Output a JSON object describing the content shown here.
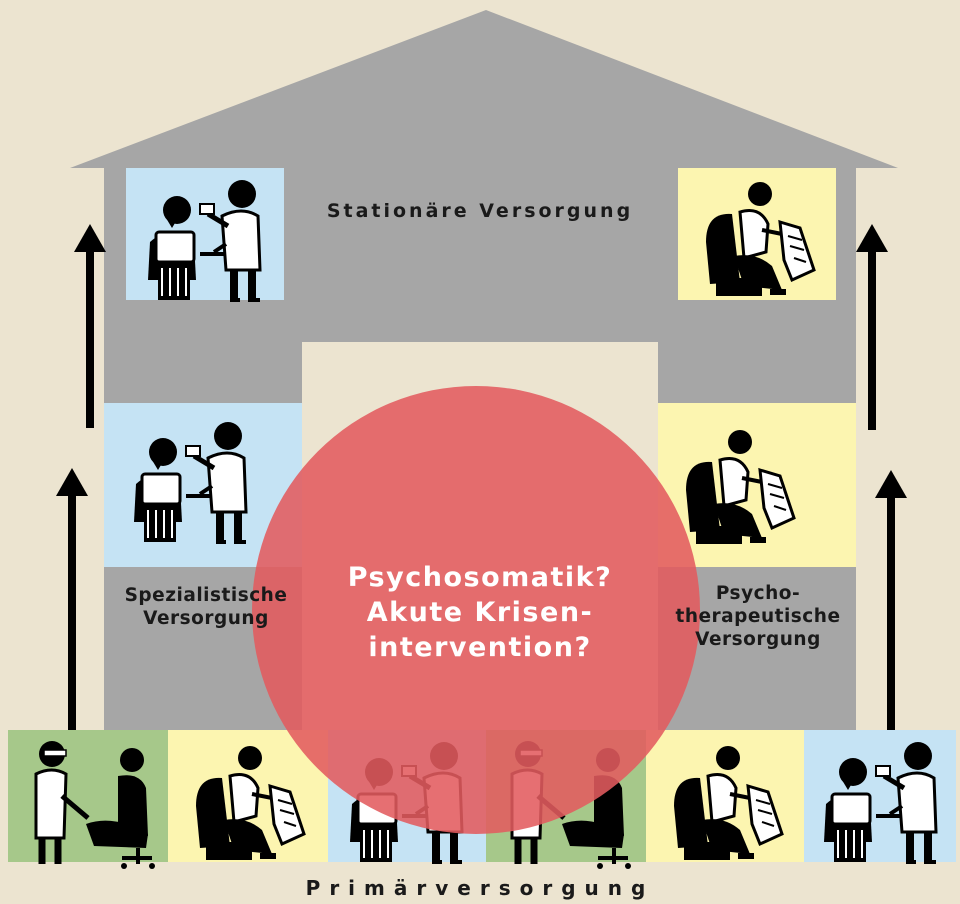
{
  "labels": {
    "stationaer": "Stationäre Versorgung",
    "spezialistisch": [
      "Spezialistische",
      "Versorgung"
    ],
    "psychotherapeutisch": [
      "Psycho-",
      "therapeutische",
      "Versorgung"
    ],
    "primaer": "Primärversorgung",
    "circle": [
      "Psychosomatik?",
      "Akute Krisen-",
      "intervention?"
    ]
  },
  "colors": {
    "background": "#ECE4D0",
    "house": "#A6A6A6",
    "doorway": "#ECE4D0",
    "blue_panel": "#C5E3F4",
    "yellow_panel": "#FCF5B0",
    "green_panel": "#A6C88A",
    "circle": "#E35B5E",
    "arrow": "#000000"
  },
  "scenes": {
    "top_left": "doctor-examining-patient-icon",
    "top_right": "patient-in-armchair-icon",
    "mid_left": "doctor-examining-patient-icon",
    "mid_right": "patient-in-armchair-icon",
    "bottom_row": [
      "doctor-consulting-patient-icon",
      "patient-in-armchair-icon",
      "doctor-examining-patient-icon",
      "doctor-consulting-patient-icon",
      "patient-in-armchair-icon",
      "doctor-examining-patient-icon"
    ]
  }
}
